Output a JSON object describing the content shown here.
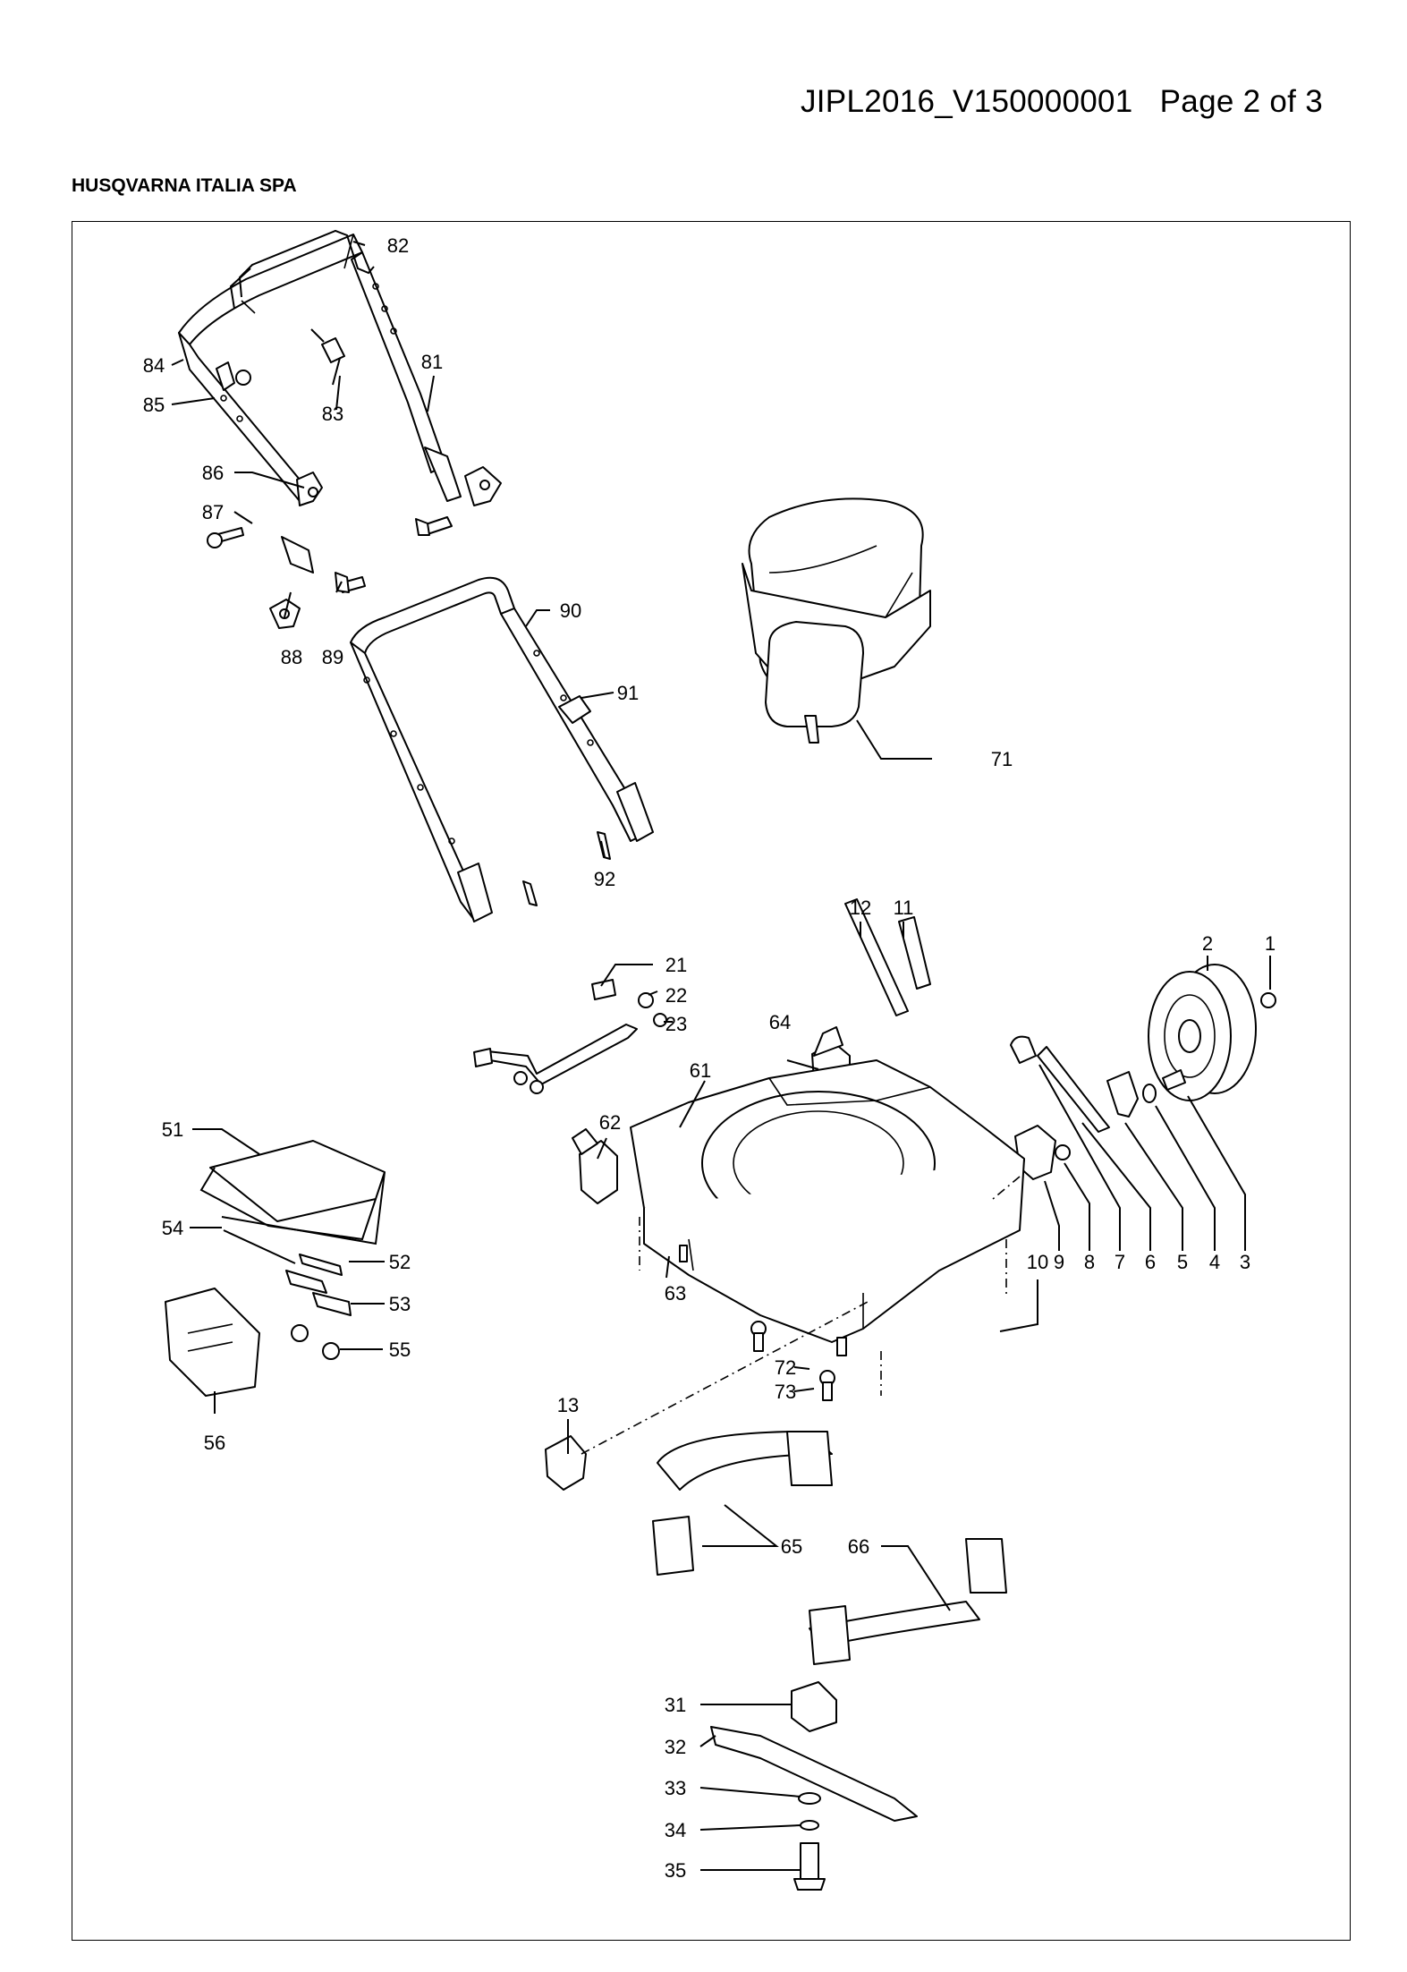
{
  "document": {
    "id": "JIPL2016_V150000001",
    "page": "Page 2 of 3",
    "company": "HUSQVARNA ITALIA SPA"
  },
  "callouts": [
    "1",
    "2",
    "3",
    "4",
    "5",
    "6",
    "7",
    "8",
    "9",
    "10",
    "11",
    "12",
    "13",
    "21",
    "22",
    "23",
    "31",
    "32",
    "33",
    "34",
    "35",
    "51",
    "52",
    "53",
    "54",
    "55",
    "56",
    "61",
    "62",
    "63",
    "64",
    "65",
    "66",
    "71",
    "72",
    "73",
    "81",
    "82",
    "83",
    "84",
    "85",
    "86",
    "87",
    "88",
    "89",
    "90",
    "91",
    "92"
  ]
}
